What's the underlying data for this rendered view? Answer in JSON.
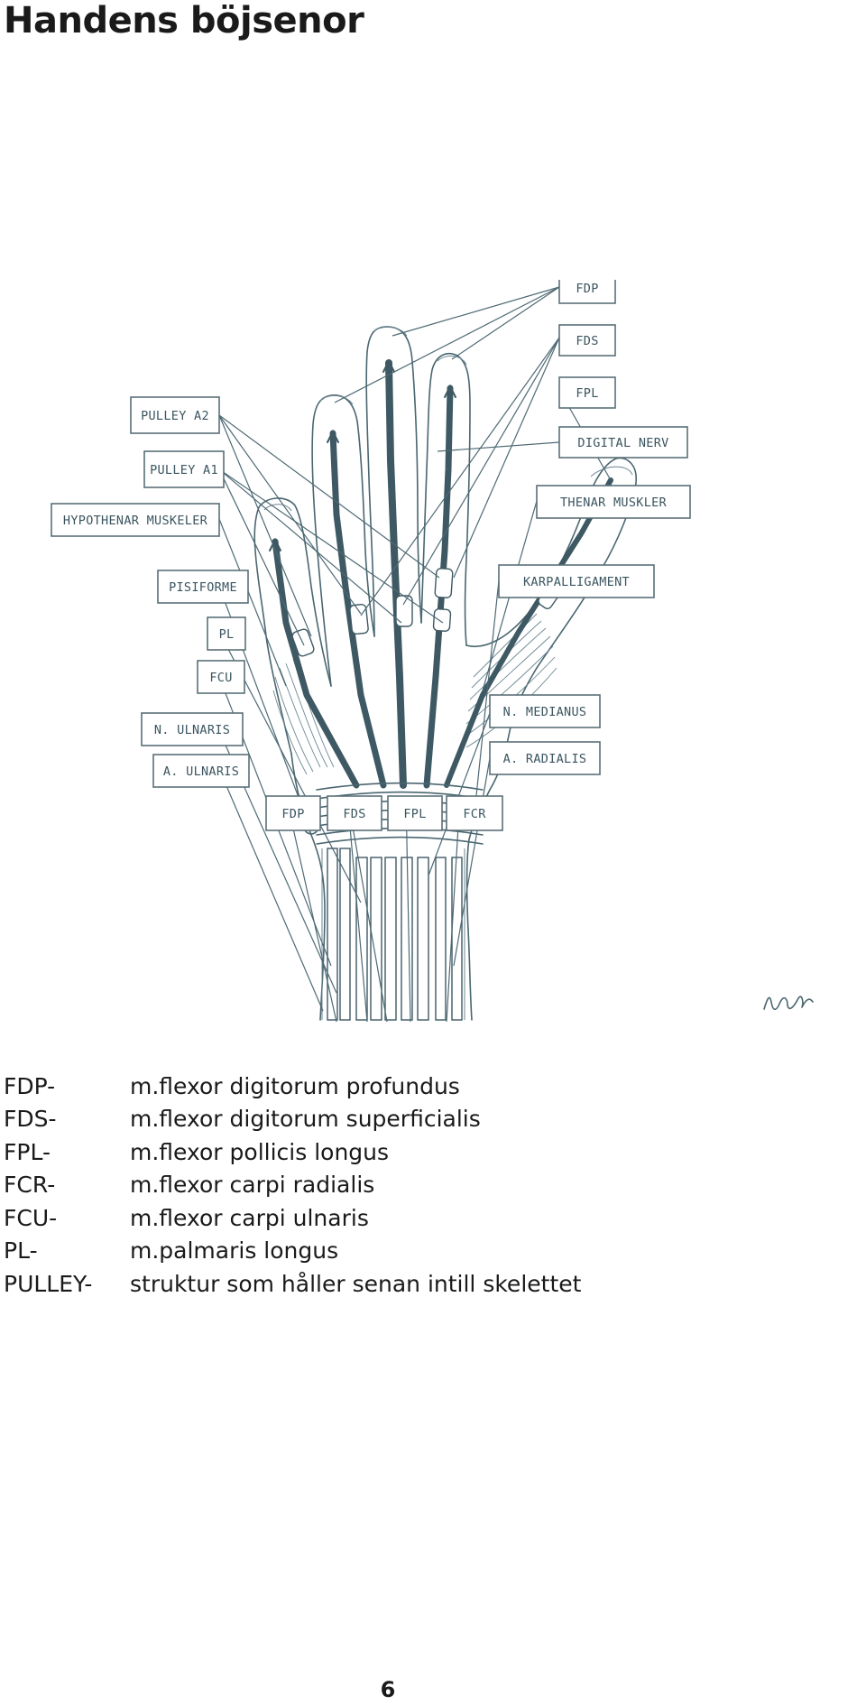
{
  "page": {
    "title": "Handens böjsenor",
    "page_number": "6"
  },
  "figure": {
    "labels": {
      "fdp_top": "FDP",
      "fds_top": "FDS",
      "fpl_top": "FPL",
      "digital_nerv": "DIGITAL NERV",
      "thenar_muskler": "THENAR MUSKLER",
      "karpalligament": "KARPALLIGAMENT",
      "n_medianus": "N. MEDIANUS",
      "a_radialis": "A. RADIALIS",
      "pulley_a2": "PULLEY A2",
      "pulley_a1": "PULLEY A1",
      "hypothenar_muskeler": "HYPOTHENAR MUSKELER",
      "pisiforme": "PISIFORME",
      "pl": "PL",
      "fcu": "FCU",
      "n_ulnaris": "N. ULNARIS",
      "a_ulnaris": "A. ULNARIS",
      "fdp_bottom": "FDP",
      "fds_bottom": "FDS",
      "fpl_bottom": "FPL",
      "fcr_bottom": "FCR"
    },
    "colors": {
      "ink": "#3e5963",
      "label_text": "#3b5560"
    }
  },
  "legend": [
    {
      "abbr": "FDP-",
      "desc": "m.flexor digitorum profundus"
    },
    {
      "abbr": "FDS-",
      "desc": "m.flexor digitorum superficialis"
    },
    {
      "abbr": "FPL-",
      "desc": "m.flexor pollicis longus"
    },
    {
      "abbr": "FCR-",
      "desc": "m.flexor carpi radialis"
    },
    {
      "abbr": "FCU-",
      "desc": "m.flexor carpi ulnaris"
    },
    {
      "abbr": "PL-",
      "desc": "m.palmaris longus"
    },
    {
      "abbr": "PULLEY-",
      "desc": "struktur som håller senan intill skelettet"
    }
  ]
}
